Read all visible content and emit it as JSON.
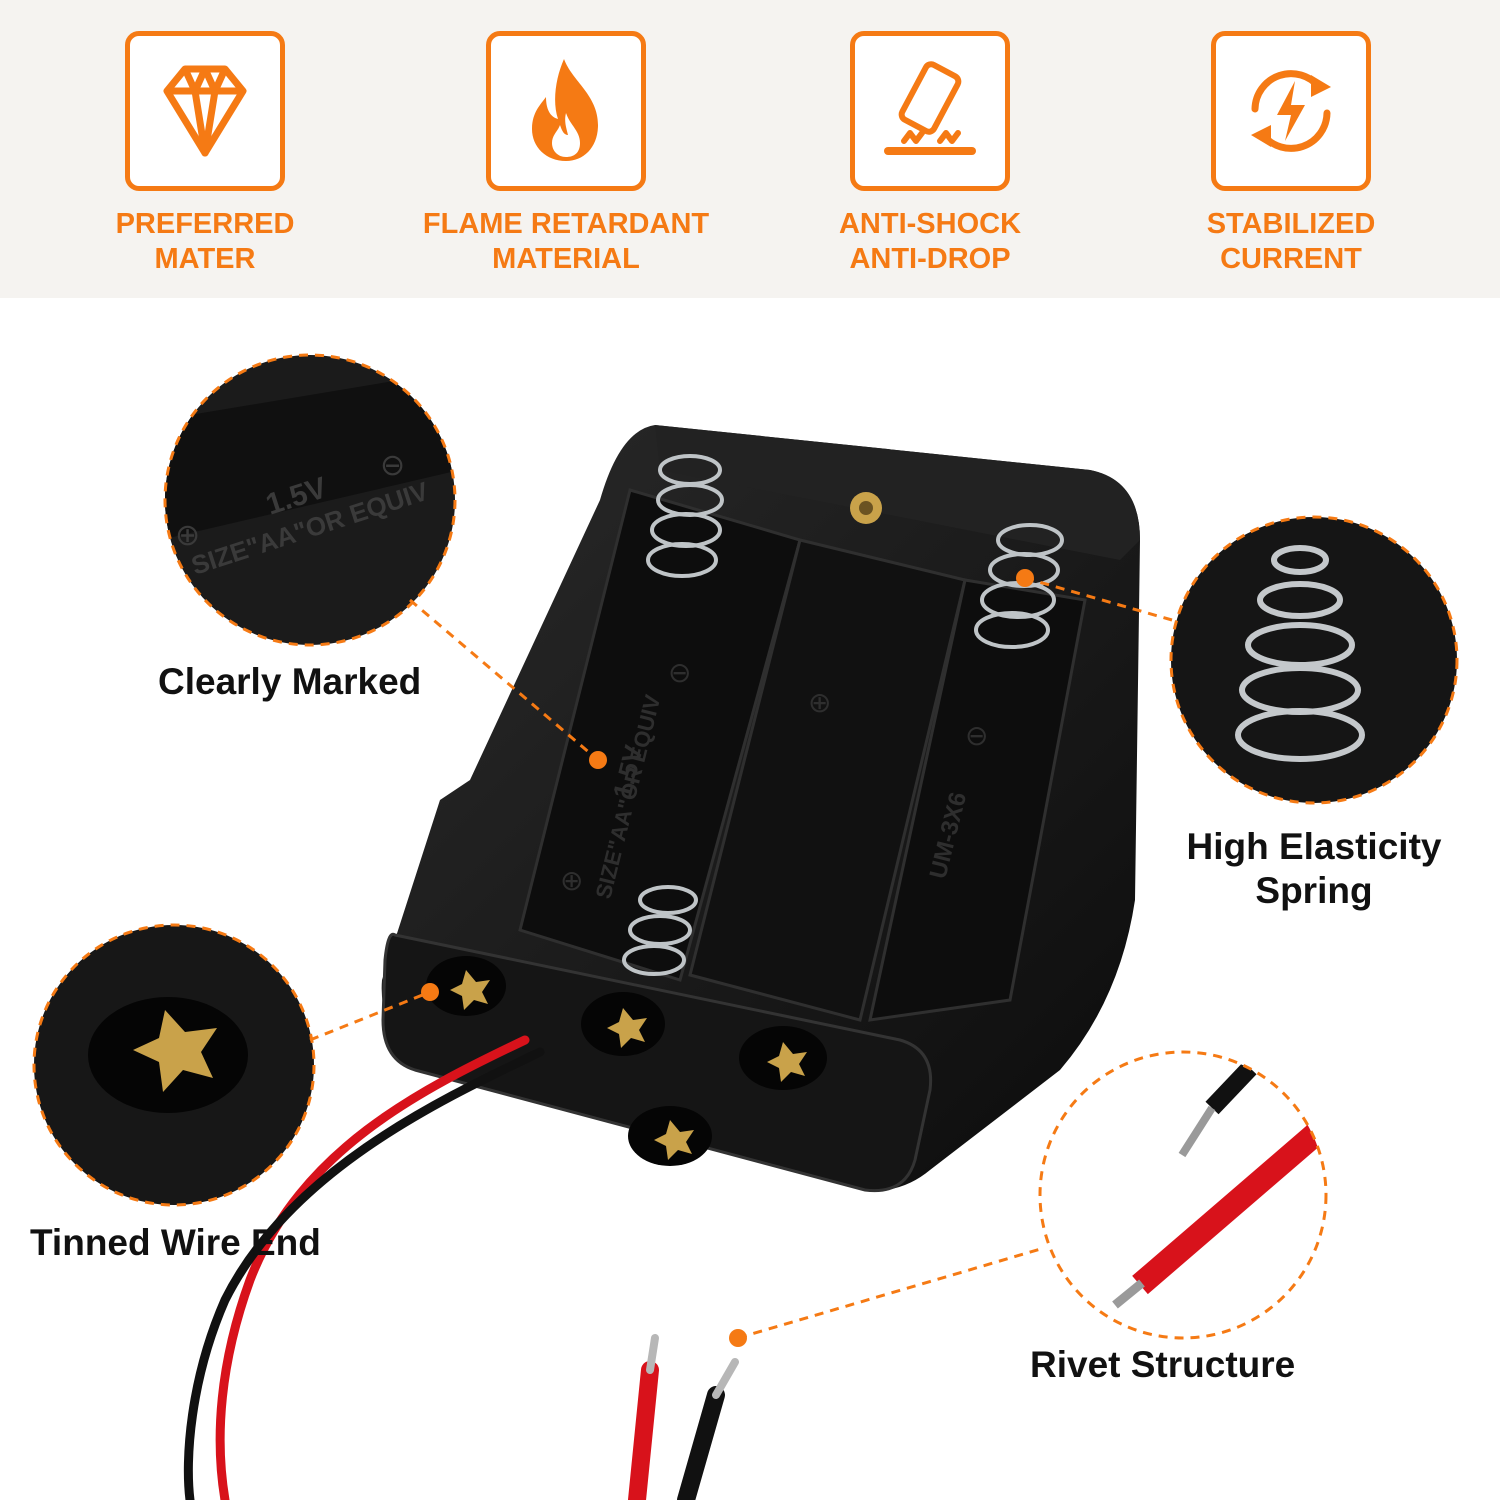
{
  "features": [
    {
      "icon": "diamond-icon",
      "line1": "PREFERRED",
      "line2": "MATER"
    },
    {
      "icon": "flame-icon",
      "line1": "FLAME RETARDANT",
      "line2": "MATERIAL"
    },
    {
      "icon": "drop-shock-icon",
      "line1": "ANTI-SHOCK",
      "line2": "ANTI-DROP"
    },
    {
      "icon": "current-cycle-icon",
      "line1": "STABILIZED",
      "line2": "CURRENT"
    }
  ],
  "callouts": {
    "clearly_marked": "Clearly Marked",
    "spring_line1": "High Elasticity",
    "spring_line2": "Spring",
    "tinned": "Tinned Wire End",
    "rivet": "Rivet Structure"
  },
  "markings": {
    "voltage": "1.5V",
    "size": "SIZE\"AA\"OR EQUIV",
    "model": "UM-3X6",
    "plus": "⊕",
    "minus": "⊖"
  },
  "colors": {
    "accent": "#f57a14",
    "body": "#141414",
    "wire_red": "#d8121b",
    "wire_black": "#111111",
    "contact_gold": "#c9a24a"
  }
}
